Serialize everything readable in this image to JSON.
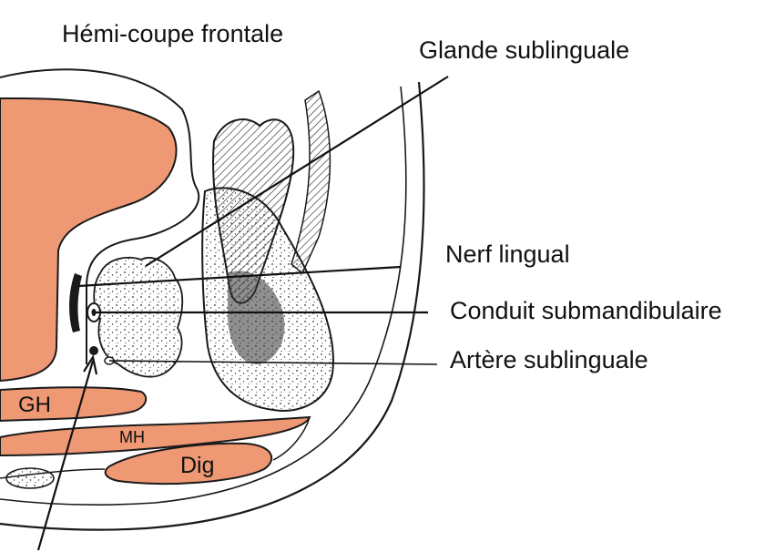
{
  "title": "Hémi-coupe frontale",
  "labels": {
    "glande": "Glande sublinguale",
    "nerf": "Nerf lingual",
    "conduit": "Conduit submandibulaire",
    "artere": "Artère sublinguale",
    "gh": "GH",
    "mh": "MH",
    "dig": "Dig"
  },
  "colors": {
    "muscle_fill": "#ee9874",
    "line": "#1a1a1a",
    "background": "#ffffff"
  }
}
